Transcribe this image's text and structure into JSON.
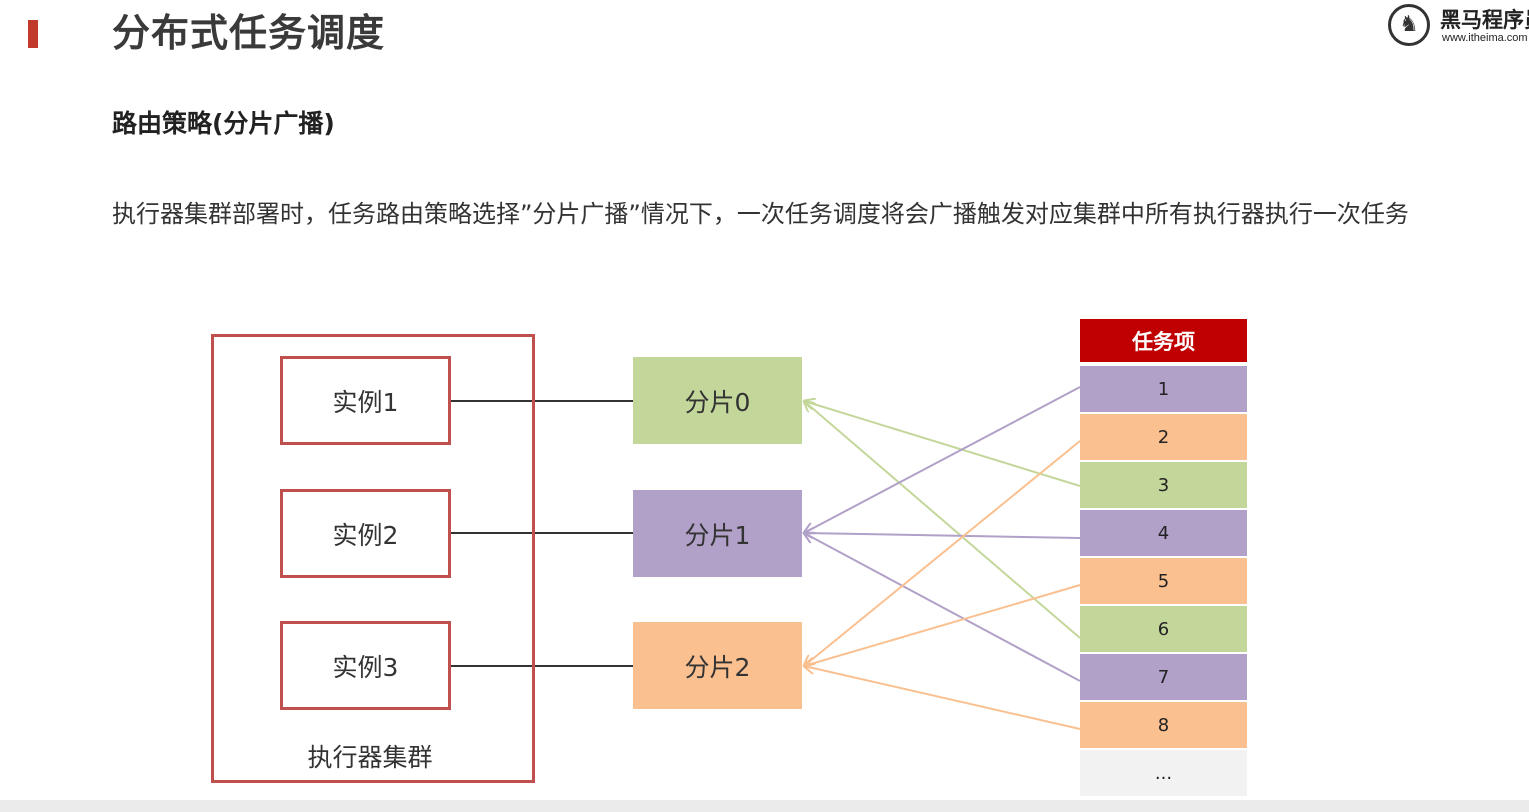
{
  "header": {
    "title": "分布式任务调度",
    "accent_color": "#c0392b",
    "logo_icon": "horse-logo-icon",
    "logo_name": "黑马程序员",
    "logo_url": "www.itheima.com"
  },
  "section": {
    "heading": "路由策略(分片广播)",
    "description": "执行器集群部署时，任务路由策略选择”分片广播”情况下，一次任务调度将会广播触发对应集群中所有执行器执行一次任务"
  },
  "diagram": {
    "cluster_label": "执行器集群",
    "instances": [
      {
        "label": "实例1"
      },
      {
        "label": "实例2"
      },
      {
        "label": "实例3"
      }
    ],
    "shards": [
      {
        "label": "分片0",
        "color": "#c4d79b"
      },
      {
        "label": "分片1",
        "color": "#b1a0c7"
      },
      {
        "label": "分片2",
        "color": "#fac090"
      }
    ],
    "task_header": "任务项",
    "task_header_color": "#c00000",
    "tasks": [
      {
        "label": "1",
        "shard": 1
      },
      {
        "label": "2",
        "shard": 2
      },
      {
        "label": "3",
        "shard": 0
      },
      {
        "label": "4",
        "shard": 1
      },
      {
        "label": "5",
        "shard": 2
      },
      {
        "label": "6",
        "shard": 0
      },
      {
        "label": "7",
        "shard": 1
      },
      {
        "label": "8",
        "shard": 2
      },
      {
        "label": "...",
        "shard": null
      }
    ],
    "ellipsis_color": "#f2f2f2",
    "instance_border_color": "#c0504d"
  }
}
